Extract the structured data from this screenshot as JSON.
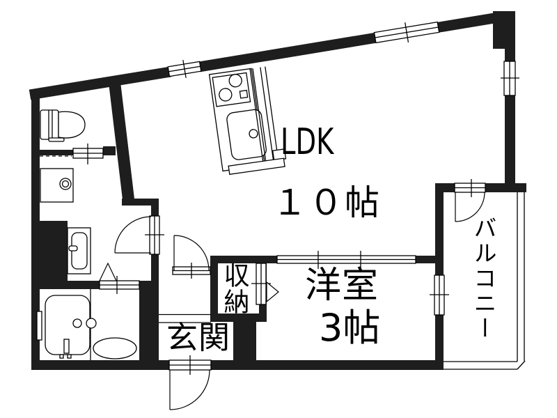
{
  "colors": {
    "wall": "#1e1e1e",
    "line": "#000000",
    "background": "#ffffff"
  },
  "rooms": {
    "ldk": {
      "label": "LDK",
      "size": "１０帖"
    },
    "western": {
      "label": "洋室",
      "size": "3帖"
    },
    "storage": {
      "label": "収納"
    },
    "entrance": {
      "label": "玄関"
    },
    "balcony": {
      "label": "バルコニー"
    }
  },
  "fixtures": [
    "toilet-icon",
    "washbasin-icon",
    "vanity-unit-icon",
    "bathtub-icon",
    "bath-counter-icon",
    "kitchen-unit-icon",
    "stove-burners-icon",
    "kitchen-sink-icon",
    "window-icon",
    "door-swing-icon",
    "folding-door-icon",
    "sliding-step-icon"
  ]
}
